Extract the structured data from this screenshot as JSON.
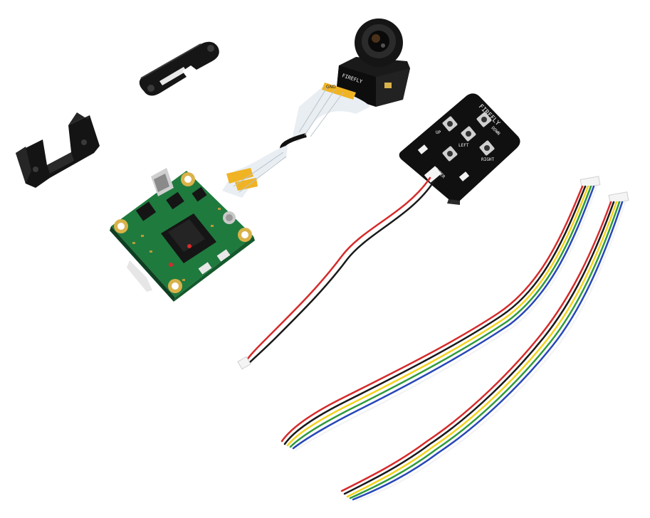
{
  "image": {
    "background": "#ffffff",
    "colors": {
      "pcb_green": "#1f7a3e",
      "pcb_dark": "#0f3f22",
      "black_plastic": "#141414",
      "keypad_black": "#101010",
      "ribbon": "#e9eef3",
      "ribbon_tab": "#f0b323",
      "wire_red": "#d62b2b",
      "wire_black": "#1a1a1a",
      "wire_yellow": "#f2d21b",
      "wire_green": "#2f9a3c",
      "wire_blue": "#2747b8",
      "wire_white": "#f4f4f4",
      "gold": "#d9b24a"
    }
  },
  "labels": {
    "camera_brand": "FIREFLY",
    "keypad_brand": "FIREFLY",
    "key_up": "UP",
    "key_down": "DOWN",
    "key_enter": "ENTER",
    "key_left": "LEFT",
    "key_right": "RIGHT",
    "ribbon_mark": "GND"
  },
  "objects": [
    {
      "name": "mount-bracket-flat"
    },
    {
      "name": "mount-bracket-u"
    },
    {
      "name": "camera-module"
    },
    {
      "name": "ribbon-cable"
    },
    {
      "name": "main-pcb"
    },
    {
      "name": "osd-keypad-board"
    },
    {
      "name": "keypad-cable"
    },
    {
      "name": "six-wire-cable-left"
    },
    {
      "name": "six-wire-cable-right"
    }
  ]
}
